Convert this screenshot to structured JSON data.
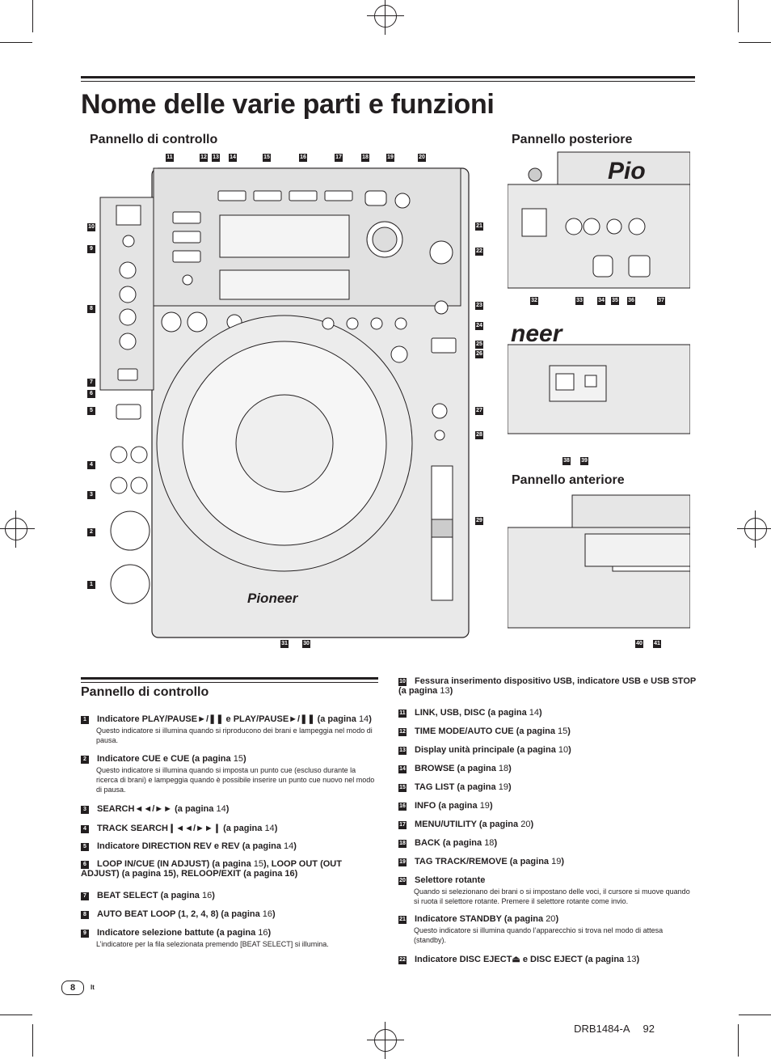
{
  "page": {
    "title": "Nome delle varie parti e funzioni",
    "page_number": "8",
    "language": "It",
    "doc_code": "DRB1484-A",
    "doc_page": "92"
  },
  "figures": {
    "control_panel_heading": "Pannello di controllo",
    "rear_panel_heading": "Pannello posteriore",
    "front_panel_heading": "Pannello anteriore",
    "brand_logo": "Pioneer",
    "rear_logo_partial": "Pio",
    "rear_logo_partial_2": "neer"
  },
  "section": {
    "heading": "Pannello di controllo",
    "items_left": [
      {
        "num": "1",
        "title": "Indicatore PLAY/PAUSE►/❚❚ e PLAY/PAUSE►/❚❚ (a pagina ",
        "ref": "14",
        "close": ")",
        "desc": "Questo indicatore si illumina quando si riproducono dei brani e lampeggia nel modo di pausa."
      },
      {
        "num": "2",
        "title": "Indicatore CUE e CUE (a pagina ",
        "ref": "15",
        "close": ")",
        "desc": "Questo indicatore si illumina quando si imposta un punto cue (escluso durante la ricerca di brani) e lampeggia quando è possibile inserire un punto cue nuovo nel modo di pausa."
      },
      {
        "num": "3",
        "title": "SEARCH◄◄/►► (a pagina ",
        "ref": "14",
        "close": ")",
        "desc": ""
      },
      {
        "num": "4",
        "title": "TRACK SEARCH❙◄◄/►►❙ (a pagina ",
        "ref": "14",
        "close": ")",
        "desc": ""
      },
      {
        "num": "5",
        "title": "Indicatore DIRECTION REV e REV (a pagina ",
        "ref": "14",
        "close": ")",
        "desc": ""
      },
      {
        "num": "6",
        "title": "LOOP IN/CUE (IN ADJUST) (a pagina ",
        "ref": "15",
        "close": "), LOOP OUT (OUT ADJUST) (a pagina 15), RELOOP/EXIT (a pagina 16)",
        "desc": ""
      },
      {
        "num": "7",
        "title": "BEAT SELECT (a pagina ",
        "ref": "16",
        "close": ")",
        "desc": ""
      },
      {
        "num": "8",
        "title": "AUTO BEAT LOOP (1, 2, 4, 8) (a pagina ",
        "ref": "16",
        "close": ")",
        "desc": ""
      },
      {
        "num": "9",
        "title": "Indicatore selezione battute (a pagina ",
        "ref": "16",
        "close": ")",
        "desc": "L’indicatore per la fila selezionata premendo [BEAT SELECT] si illumina."
      }
    ],
    "items_right": [
      {
        "num": "10",
        "title": "Fessura inserimento dispositivo USB, indicatore USB e USB STOP (a pagina ",
        "ref": "13",
        "close": ")",
        "desc": ""
      },
      {
        "num": "11",
        "title": "LINK, USB, DISC (a pagina ",
        "ref": "14",
        "close": ")",
        "desc": ""
      },
      {
        "num": "12",
        "title": "TIME MODE/AUTO CUE (a pagina ",
        "ref": "15",
        "close": ")",
        "desc": ""
      },
      {
        "num": "13",
        "title": "Display unità principale (a pagina ",
        "ref": "10",
        "close": ")",
        "desc": ""
      },
      {
        "num": "14",
        "title": "BROWSE (a pagina ",
        "ref": "18",
        "close": ")",
        "desc": ""
      },
      {
        "num": "15",
        "title": "TAG LIST (a pagina ",
        "ref": "19",
        "close": ")",
        "desc": ""
      },
      {
        "num": "16",
        "title": "INFO (a pagina ",
        "ref": "19",
        "close": ")",
        "desc": ""
      },
      {
        "num": "17",
        "title": "MENU/UTILITY (a pagina ",
        "ref": "20",
        "close": ")",
        "desc": ""
      },
      {
        "num": "18",
        "title": "BACK (a pagina ",
        "ref": "18",
        "close": ")",
        "desc": ""
      },
      {
        "num": "19",
        "title": "TAG TRACK/REMOVE (a pagina ",
        "ref": "19",
        "close": ")",
        "desc": ""
      },
      {
        "num": "20",
        "title": "Selettore rotante",
        "ref": "",
        "close": "",
        "desc": "Quando si selezionano dei brani o si impostano delle voci, il cursore si muove quando si ruota il selettore rotante. Premere il selettore rotante come invio."
      },
      {
        "num": "21",
        "title": "Indicatore STANDBY (a pagina ",
        "ref": "20",
        "close": ")",
        "desc": "Questo indicatore si illumina quando l’apparecchio si trova nel modo di attesa (standby)."
      },
      {
        "num": "22",
        "title": "Indicatore DISC EJECT⏏ e DISC EJECT (a pagina ",
        "ref": "13",
        "close": ")",
        "desc": ""
      }
    ]
  }
}
